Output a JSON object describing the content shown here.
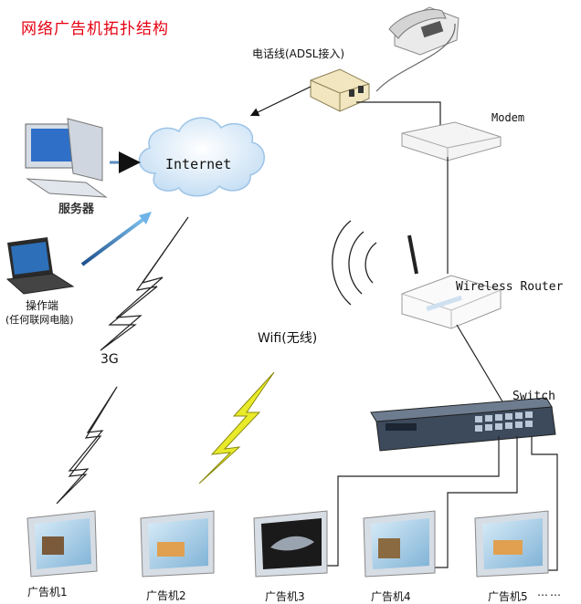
{
  "title": "网络广告机拓扑结构",
  "labels": {
    "phone_line": "电话线(ADSL接入)",
    "modem": "Modem",
    "internet": "Internet",
    "server": "服务器",
    "operator_line1": "操作端",
    "operator_line2": "(任何联网电脑)",
    "wireless_router": "Wireless Router",
    "wifi": "Wifi(无线)",
    "three_g": "3G",
    "switch": "Switch",
    "ellipsis": "……"
  },
  "ad_machines": [
    "广告机1",
    "广告机2",
    "广告机3",
    "广告机4",
    "广告机5"
  ],
  "colors": {
    "title": "#e60012",
    "cloud": "#cfe4f7",
    "wifi_bolt": "#e8ea2a",
    "arrow_blue": "#2a6fb3"
  }
}
